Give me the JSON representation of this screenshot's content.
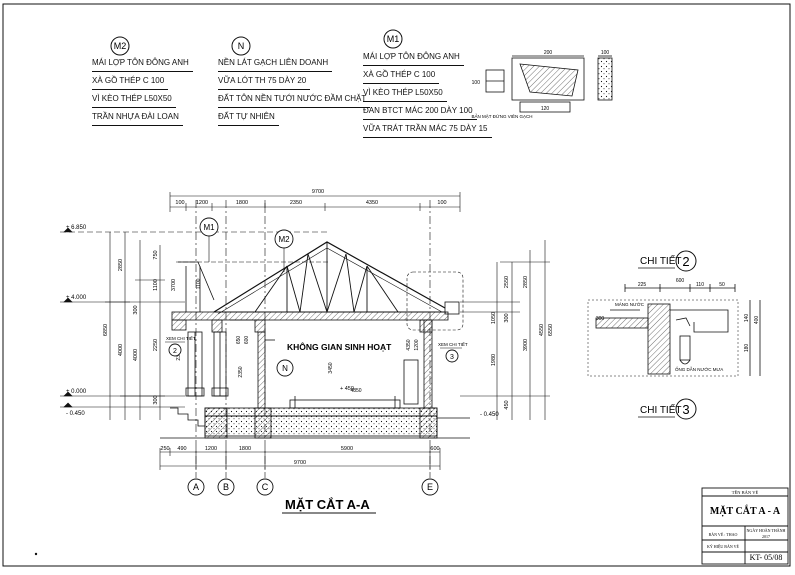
{
  "notes": {
    "m2": {
      "tag": "M2",
      "lines": [
        "MÁI LỢP TÔN ĐÔNG ANH",
        "XÀ GỒ THÉP C 100",
        "VÌ KÈO THÉP L50X50",
        "TRẦN NHỰA ĐÀI LOAN"
      ]
    },
    "n": {
      "tag": "N",
      "lines": [
        "NỀN LÁT GẠCH LIÊN DOANH",
        "VỮA LÓT TH 75 DÀY 20",
        "ĐẤT TÔN NỀN TƯỚI NƯỚC ĐẦM CHẶT",
        "ĐẤT TỰ NHIÊN"
      ]
    },
    "m1": {
      "tag": "M1",
      "lines": [
        "MÁI LỢP TÔN ĐÔNG ANH",
        "XÀ GỒ THÉP C 100",
        "VÌ KÈO THÉP L50X50",
        "ĐAN BTCT MÁC 200 DÀY 100",
        "VỮA TRÁT TRẦN MÁC 75 DÀY 15"
      ]
    }
  },
  "section": {
    "room_label": "KHÔNG GIAN SINH HOẠT",
    "title": "MẶT CẮT A-A",
    "tags": {
      "m1": "M1",
      "m2": "M2",
      "n": "N",
      "d2": "2",
      "d3": "3"
    },
    "callout_detail2": "XEM CHI TIẾT",
    "callout_detail3": "XEM CHI TIẾT",
    "elevations": [
      "+ 6.850",
      "+ 4.000",
      "+ 0.000",
      "- 0.450",
      "+ 450",
      "- 0.450"
    ],
    "top_dims": [
      "100",
      "1200",
      "1800",
      "2350",
      "4350",
      "100"
    ],
    "top_total": "9700",
    "bottom_dims": [
      "250",
      "490",
      "1200",
      "1800",
      "5900",
      "600"
    ],
    "bottom_total": "9700",
    "left_dims_outer": [
      "6850",
      "4000"
    ],
    "left_dims_inner": [
      "2850",
      "300",
      "4000"
    ],
    "left_dims_small": [
      "750",
      "1100",
      "2250",
      "3700",
      "300"
    ],
    "inner_dims": [
      "1100",
      "2350",
      "3450",
      "650",
      "600",
      "4350",
      "1200",
      "2350",
      "4850"
    ],
    "right_dims": [
      "2550",
      "2850",
      "1050",
      "300",
      "3900",
      "4550",
      "6550",
      "1980",
      "450"
    ],
    "axes": [
      "A",
      "B",
      "C",
      "E"
    ]
  },
  "details": {
    "d2_title": "CHI TIẾT",
    "d2_num": "2",
    "d3_title": "CHI TIẾT",
    "d3_num": "3",
    "d2_dims": [
      "300",
      "225",
      "600",
      "110",
      "50",
      "140",
      "400",
      "180"
    ],
    "d2_labels": [
      "MÁNG NƯỚC",
      "ỐNG DẪN NƯỚC MƯA"
    ],
    "top_dims": [
      "200",
      "100",
      "120",
      "100"
    ],
    "top_label": "BẢN MẶT ĐỨNG VIÊN GẠCH"
  },
  "titleblock": {
    "project": "TÊN BẢN VẼ",
    "sheet_title": "MẶT CẮT A - A",
    "row_a_left": "BẢN VẼ : THAO",
    "row_a_right": "NGÀY HOÀN THÀNH",
    "row_a_year": "2017",
    "row_b_left": "KÝ HIỆU BẢN VẼ",
    "sheet_no": "KT- 05/08"
  }
}
